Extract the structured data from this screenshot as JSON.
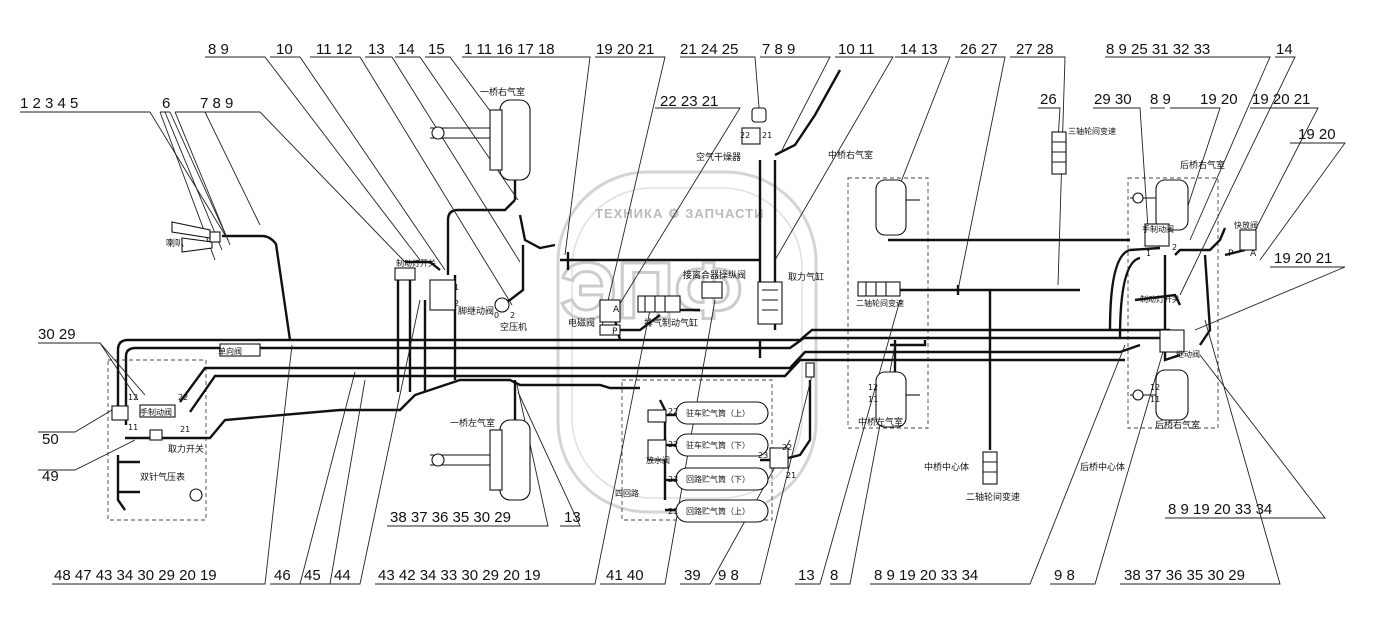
{
  "watermark": {
    "brand_text": "ТЕХНИКА ⚙ ЗАПЧАСТИ",
    "logo_letters": "ЭПФ"
  },
  "callouts": {
    "top_left_a": "1  2  3  4  5",
    "top_left_b": "6",
    "top_left_c": "7  8  9",
    "top_1": "8  9",
    "top_2": "10",
    "top_3": "11 12",
    "top_4": "13",
    "top_5": "14",
    "top_6": "15",
    "top_7": "1  11  16  17  18",
    "top_8": "19  20  21",
    "top_9": "21  24  25",
    "top_10": "7  8  9",
    "top_11": "10  11",
    "top_12": "22  23  21",
    "top_13": "14  13",
    "top_14": "26  27",
    "top_15": "27  28",
    "top_16": "8  9  25  31  32  33",
    "top_17": "14",
    "r_1": "26",
    "r_2": "29  30",
    "r_3": "8  9",
    "r_4": "19  20",
    "r_5": "19  20  21",
    "r_6": "19  20",
    "r_7": "19  20  21",
    "left_1": "30  29",
    "left_2": "50",
    "left_3": "49",
    "mid_1": "38  37  36  35  30  29",
    "mid_2": "13",
    "right_1": "8  9  19  20  33  34",
    "bot_1": "48  47  43  34  30  29  20  19",
    "bot_2": "46",
    "bot_3": "45",
    "bot_4": "44",
    "bot_5": "43  42  34  33  30  29  20  19",
    "bot_6": "41  40",
    "bot_7": "39",
    "bot_8": "9  8",
    "bot_9": "13",
    "bot_10": "8",
    "bot_11": "8  9  19  20  33  34",
    "bot_12": "9  8",
    "bot_13": "38  37  36  35  30  29"
  },
  "labels": {
    "horn": "喇叭",
    "axle1_right_chamber": "一桥右气室",
    "axle1_left_chamber": "一桥左气室",
    "air_dryer": "空气干燥器",
    "mid_axle_right_chamber": "中桥右气室",
    "mid_axle_left_chamber": "中桥左气室",
    "rear_axle_right_chamber_top": "后桥右气室",
    "rear_axle_right_chamber_bot": "后桥右气室",
    "brake_valve": "脚继动阀",
    "compressor": "空压机",
    "solenoid_valve": "电磁阀",
    "exhaust_brake_cylinder": "排气制动气缸",
    "clutch_booster": "接离合器操纵阀",
    "pto_cylinder": "取力气缸",
    "axle2_diff_valve": "二轴轮间变速",
    "axle3_diff_valve": "三轴轮间变速",
    "axle2_diff_valve_bot": "二轴轮间变速",
    "mid_axle_center": "中桥中心体",
    "rear_axle_center": "后桥中心体",
    "pto_switch": "取力开关",
    "dual_gauge": "双针气压表",
    "hand_valve": "手制动阀",
    "relay_valve": "继动阀",
    "tank_brake_top": "驻车贮气筒（上）",
    "tank_brake_bot": "驻车贮气筒（下）",
    "tank_service_bot": "回路贮气筒（下）",
    "tank_service_top": "回路贮气筒（上）",
    "four_circuit": "四回路",
    "brake_lamp_switch": "制动灯开关",
    "drain_switch": "放水阀",
    "single_valve": "单向阀",
    "quick_release": "快放阀",
    "letter_A": "A",
    "letter_P": "P",
    "num_1": "1",
    "num_2": "2",
    "num_0": "0",
    "num_11": "11",
    "num_12": "12",
    "num_21": "21",
    "num_22": "22",
    "num_23": "23",
    "num_24": "24"
  }
}
